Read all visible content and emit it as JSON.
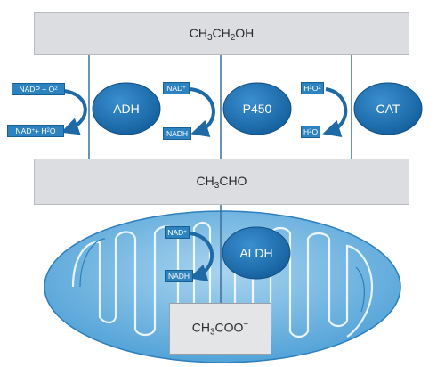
{
  "substrates": {
    "ethanol": {
      "base": "CH",
      "s1": "3",
      "mid": "CH",
      "s2": "2",
      "end": "OH"
    },
    "acetaldehyde": {
      "base": "CH",
      "s1": "3",
      "end": "CHO"
    },
    "acetate": {
      "base": "CH",
      "s1": "3",
      "end": "COO",
      "charge": "−"
    }
  },
  "enzymes": {
    "adh": "ADH",
    "p450": "P450",
    "cat": "CAT",
    "aldh": "ALDH"
  },
  "cofactors": {
    "adh_in": {
      "a": "NADP + O",
      "sub": "2"
    },
    "adh_out": {
      "a": "NAD",
      "sup": "+",
      "b": " + H",
      "sub": "2",
      "c": "O"
    },
    "p450_in": {
      "a": "NAD",
      "sup": "+"
    },
    "p450_out": {
      "a": "NADH"
    },
    "cat_in": {
      "a": "H",
      "sub": "2",
      "b": "O",
      "sub2": "2"
    },
    "cat_out": {
      "a": "H",
      "sub": "2",
      "b": "O"
    },
    "aldh_in": {
      "a": "NAD",
      "sup": "+"
    },
    "aldh_out": {
      "a": "NADH"
    }
  },
  "colors": {
    "bar_fill": "#dcdde0",
    "enzyme_blue": "#1f74b6",
    "mito_outer": "#6fb2de",
    "mito_inner": "#3d8fcb",
    "tag_blue": "#2d82c0"
  }
}
